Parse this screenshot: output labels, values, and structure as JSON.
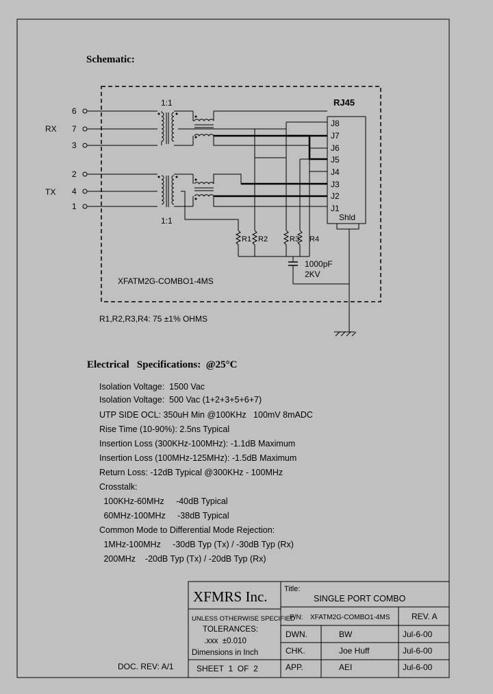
{
  "schematic": {
    "heading": "Schematic:",
    "ratio_top": "1:1",
    "ratio_bottom": "1:1",
    "rx_label": "RX",
    "tx_label": "TX",
    "rx_pins": [
      "6",
      "7",
      "3"
    ],
    "tx_pins": [
      "2",
      "4",
      "1"
    ],
    "connector": "RJ45",
    "jacks": [
      "J8",
      "J7",
      "J6",
      "J5",
      "J4",
      "J3",
      "J2",
      "J1"
    ],
    "shield": "Shld",
    "resistors": [
      "R1",
      "R2",
      "R3",
      "R4"
    ],
    "cap_value": "1000pF",
    "cap_voltage": "2KV",
    "part_name": "XFATM2G-COMBO1-4MS",
    "resistor_note": "R1,R2,R3,R4: 75 ±1% OHMS"
  },
  "electrical": {
    "heading": "Electrical   Specifications:  @25°C",
    "lines": [
      "Isolation Voltage:  1500 Vac",
      "Isolation Voltage:  500 Vac (1+2+3+5+6+7)",
      "UTP SIDE OCL: 350uH Min @100KHz   100mV 8mADC",
      "Rise Time (10-90%): 2.5ns Typical",
      "Insertion Loss (300KHz-100MHz): -1.1dB Maximum",
      "Insertion Loss (100MHz-125MHz): -1.5dB Maximum",
      "Return Loss: -12dB Typical @300KHz - 100MHz",
      "Crosstalk:",
      " 100KHz-60MHz     -40dB Typical",
      " 60MHz-100MHz     -38dB Typical",
      "Common Mode to Differential Mode Rejection:",
      " 1MHz-100MHz     -30dB Typ (Tx) / -30dB Typ (Rx)",
      " 200MHz    -20dB Typ (Tx) / -20dB Typ (Rx)"
    ]
  },
  "title_block": {
    "company": "XFMRS Inc.",
    "title_label": "Title:",
    "title": "SINGLE PORT COMBO",
    "unless": "UNLESS OTHERWISE SPECIFIED",
    "tolerances": "TOLERANCES:",
    "tolerance_value": ".xxx  ±0.010",
    "dimensions": "Dimensions in Inch",
    "sheet": "SHEET  1  OF  2",
    "pn_label": "P/N:",
    "pn": "XFATM2G-COMBO1-4MS",
    "rev": "REV. A",
    "rows": [
      {
        "label": "DWN.",
        "name": "BW",
        "date": "Jul-6-00"
      },
      {
        "label": "CHK.",
        "name": "Joe Huff",
        "date": "Jul-6-00"
      },
      {
        "label": "APP.",
        "name": "AEI",
        "date": "Jul-6-00"
      }
    ],
    "doc_rev": "DOC. REV: A/1"
  }
}
